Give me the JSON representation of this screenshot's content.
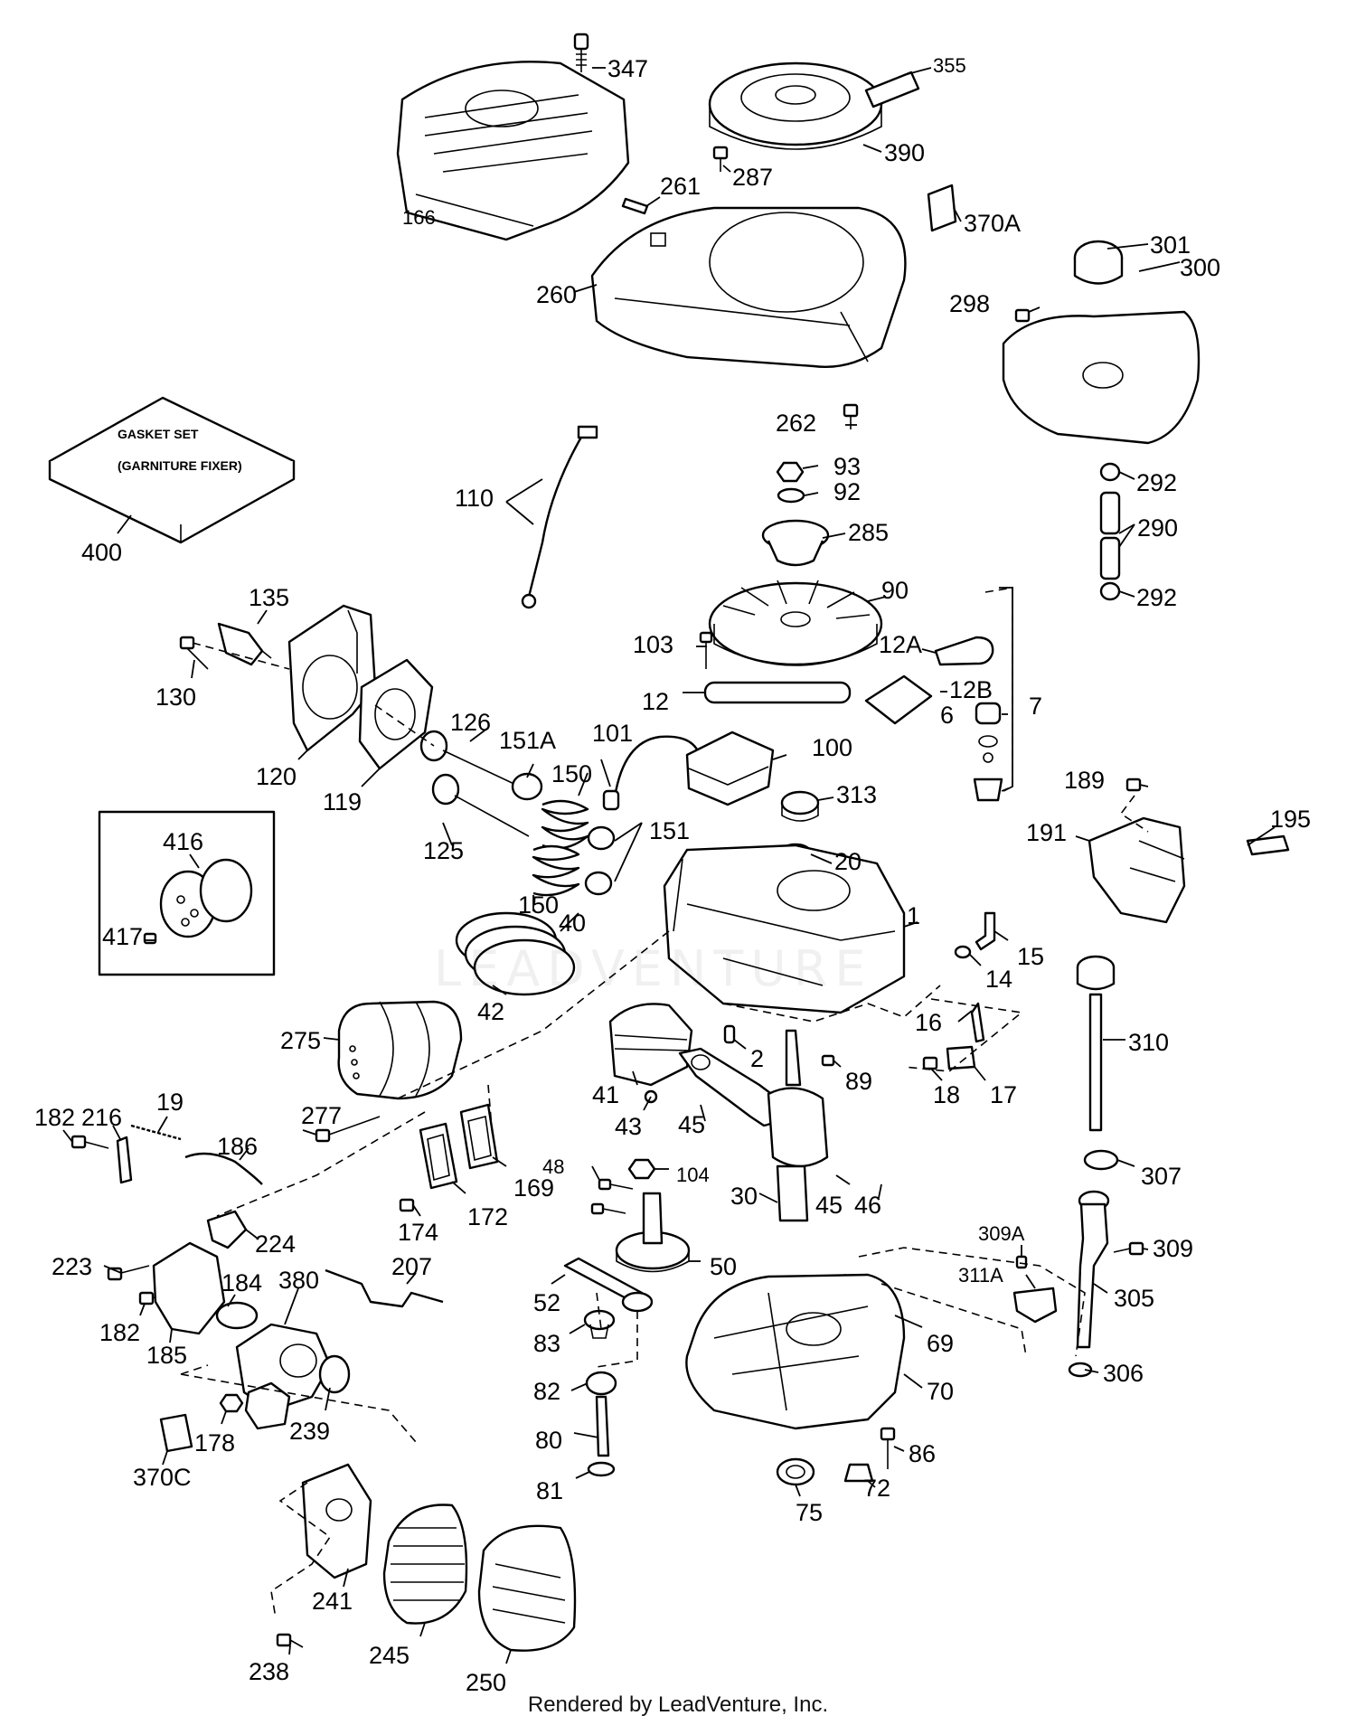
{
  "diagram": {
    "kit": {
      "line1": "GASKET SET",
      "line2": "(GARNITURE FIXER)"
    },
    "watermark": "LEADVENTURE",
    "footer": "Rendered by LeadVenture, Inc.",
    "callouts": [
      {
        "id": "c347",
        "text": "347"
      },
      {
        "id": "c355",
        "text": "355"
      },
      {
        "id": "c390",
        "text": "390"
      },
      {
        "id": "c287",
        "text": "287"
      },
      {
        "id": "c166",
        "text": "166"
      },
      {
        "id": "c261",
        "text": "261"
      },
      {
        "id": "c370A",
        "text": "370A"
      },
      {
        "id": "c301",
        "text": "301"
      },
      {
        "id": "c300",
        "text": "300"
      },
      {
        "id": "c260",
        "text": "260"
      },
      {
        "id": "c298",
        "text": "298"
      },
      {
        "id": "c262",
        "text": "262"
      },
      {
        "id": "c400",
        "text": "400"
      },
      {
        "id": "c93",
        "text": "93"
      },
      {
        "id": "c92",
        "text": "92"
      },
      {
        "id": "c110",
        "text": "110"
      },
      {
        "id": "c292a",
        "text": "292"
      },
      {
        "id": "c285",
        "text": "285"
      },
      {
        "id": "c290",
        "text": "290"
      },
      {
        "id": "c135",
        "text": "135"
      },
      {
        "id": "c90",
        "text": "90"
      },
      {
        "id": "c292b",
        "text": "292"
      },
      {
        "id": "c103",
        "text": "103"
      },
      {
        "id": "c12A",
        "text": "12A"
      },
      {
        "id": "c130",
        "text": "130"
      },
      {
        "id": "c12",
        "text": "12"
      },
      {
        "id": "c12B",
        "text": "12B"
      },
      {
        "id": "c7",
        "text": "7"
      },
      {
        "id": "c6",
        "text": "6"
      },
      {
        "id": "c126",
        "text": "126"
      },
      {
        "id": "c151A",
        "text": "151A"
      },
      {
        "id": "c101",
        "text": "101"
      },
      {
        "id": "c100",
        "text": "100"
      },
      {
        "id": "c120",
        "text": "120"
      },
      {
        "id": "c119",
        "text": "119"
      },
      {
        "id": "c150a",
        "text": "150"
      },
      {
        "id": "c313",
        "text": "313"
      },
      {
        "id": "c189",
        "text": "189"
      },
      {
        "id": "c195",
        "text": "195"
      },
      {
        "id": "c416",
        "text": "416"
      },
      {
        "id": "c125",
        "text": "125"
      },
      {
        "id": "c151",
        "text": "151"
      },
      {
        "id": "c20",
        "text": "20"
      },
      {
        "id": "c191",
        "text": "191"
      },
      {
        "id": "c150b",
        "text": "150"
      },
      {
        "id": "c40",
        "text": "40"
      },
      {
        "id": "c1",
        "text": "1"
      },
      {
        "id": "c417",
        "text": "417"
      },
      {
        "id": "c15",
        "text": "15"
      },
      {
        "id": "c14",
        "text": "14"
      },
      {
        "id": "c42",
        "text": "42"
      },
      {
        "id": "c16",
        "text": "16"
      },
      {
        "id": "c275",
        "text": "275"
      },
      {
        "id": "c2",
        "text": "2"
      },
      {
        "id": "c310",
        "text": "310"
      },
      {
        "id": "c89",
        "text": "89"
      },
      {
        "id": "c41",
        "text": "41"
      },
      {
        "id": "c18",
        "text": "18"
      },
      {
        "id": "c17",
        "text": "17"
      },
      {
        "id": "c277",
        "text": "277"
      },
      {
        "id": "c43",
        "text": "43"
      },
      {
        "id": "c45a",
        "text": "45"
      },
      {
        "id": "c182a",
        "text": "182"
      },
      {
        "id": "c216",
        "text": "216"
      },
      {
        "id": "c19",
        "text": "19"
      },
      {
        "id": "c186",
        "text": "186"
      },
      {
        "id": "c169",
        "text": "169"
      },
      {
        "id": "c48",
        "text": "48"
      },
      {
        "id": "c104",
        "text": "104"
      },
      {
        "id": "c307",
        "text": "307"
      },
      {
        "id": "c30",
        "text": "30"
      },
      {
        "id": "c45b",
        "text": "45"
      },
      {
        "id": "c46",
        "text": "46"
      },
      {
        "id": "c172",
        "text": "172"
      },
      {
        "id": "c174",
        "text": "174"
      },
      {
        "id": "c224",
        "text": "224"
      },
      {
        "id": "c309A",
        "text": "309A"
      },
      {
        "id": "c309",
        "text": "309"
      },
      {
        "id": "c223",
        "text": "223"
      },
      {
        "id": "c380",
        "text": "380"
      },
      {
        "id": "c207",
        "text": "207"
      },
      {
        "id": "c50",
        "text": "50"
      },
      {
        "id": "c311A",
        "text": "311A"
      },
      {
        "id": "c184",
        "text": "184"
      },
      {
        "id": "c52",
        "text": "52"
      },
      {
        "id": "c305",
        "text": "305"
      },
      {
        "id": "c182b",
        "text": "182"
      },
      {
        "id": "c185",
        "text": "185"
      },
      {
        "id": "c83",
        "text": "83"
      },
      {
        "id": "c69",
        "text": "69"
      },
      {
        "id": "c306",
        "text": "306"
      },
      {
        "id": "c82",
        "text": "82"
      },
      {
        "id": "c70",
        "text": "70"
      },
      {
        "id": "c239",
        "text": "239"
      },
      {
        "id": "c178",
        "text": "178"
      },
      {
        "id": "c80",
        "text": "80"
      },
      {
        "id": "c86",
        "text": "86"
      },
      {
        "id": "c370C",
        "text": "370C"
      },
      {
        "id": "c81",
        "text": "81"
      },
      {
        "id": "c72",
        "text": "72"
      },
      {
        "id": "c75",
        "text": "75"
      },
      {
        "id": "c241",
        "text": "241"
      },
      {
        "id": "c245",
        "text": "245"
      },
      {
        "id": "c238",
        "text": "238"
      },
      {
        "id": "c250",
        "text": "250"
      }
    ]
  }
}
